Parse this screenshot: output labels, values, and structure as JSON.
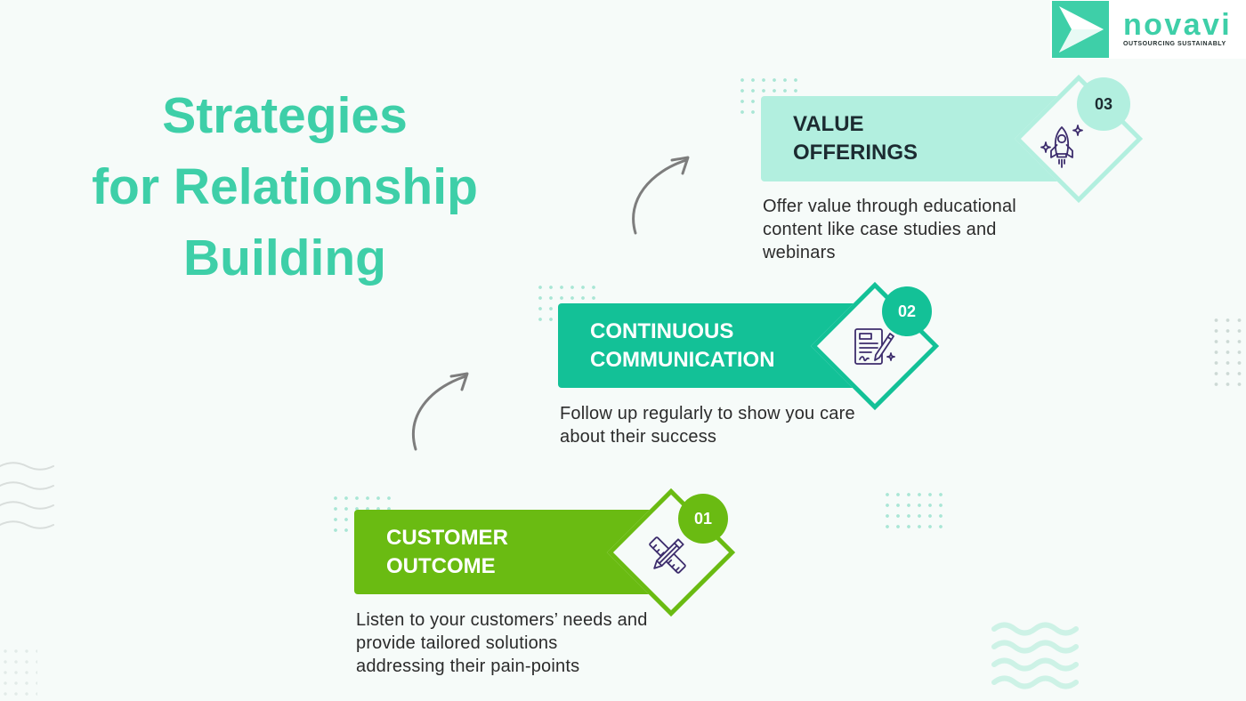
{
  "brand": {
    "name": "novavi",
    "tagline": "OUTSOURCING SUSTAINABLY",
    "color": "#3ecfa8",
    "icon": "novavi-logo-icon"
  },
  "title": {
    "lines": [
      "Strategies",
      "for Relationship",
      "Building"
    ],
    "color": "#3ecfa8"
  },
  "steps": [
    {
      "number": "01",
      "title_lines": [
        "CUSTOMER",
        "OUTCOME"
      ],
      "description_lines": [
        "Listen to your customers’ needs and",
        "provide tailored solutions",
        "addressing their pain-points"
      ],
      "icon": "ruler-pencil-icon",
      "color": "#6abb12",
      "text_color": "#ffffff"
    },
    {
      "number": "02",
      "title_lines": [
        "CONTINUOUS",
        "COMMUNICATION"
      ],
      "description_lines": [
        "Follow up regularly to show you care",
        "about their success"
      ],
      "icon": "document-pen-icon",
      "color": "#13c197",
      "text_color": "#ffffff"
    },
    {
      "number": "03",
      "title_lines": [
        "VALUE",
        "OFFERINGS"
      ],
      "description_lines": [
        "Offer value through educational",
        "content like case studies and",
        "webinars"
      ],
      "icon": "rocket-icon",
      "color": "#b2efdf",
      "text_color": "#1c2b31"
    }
  ]
}
